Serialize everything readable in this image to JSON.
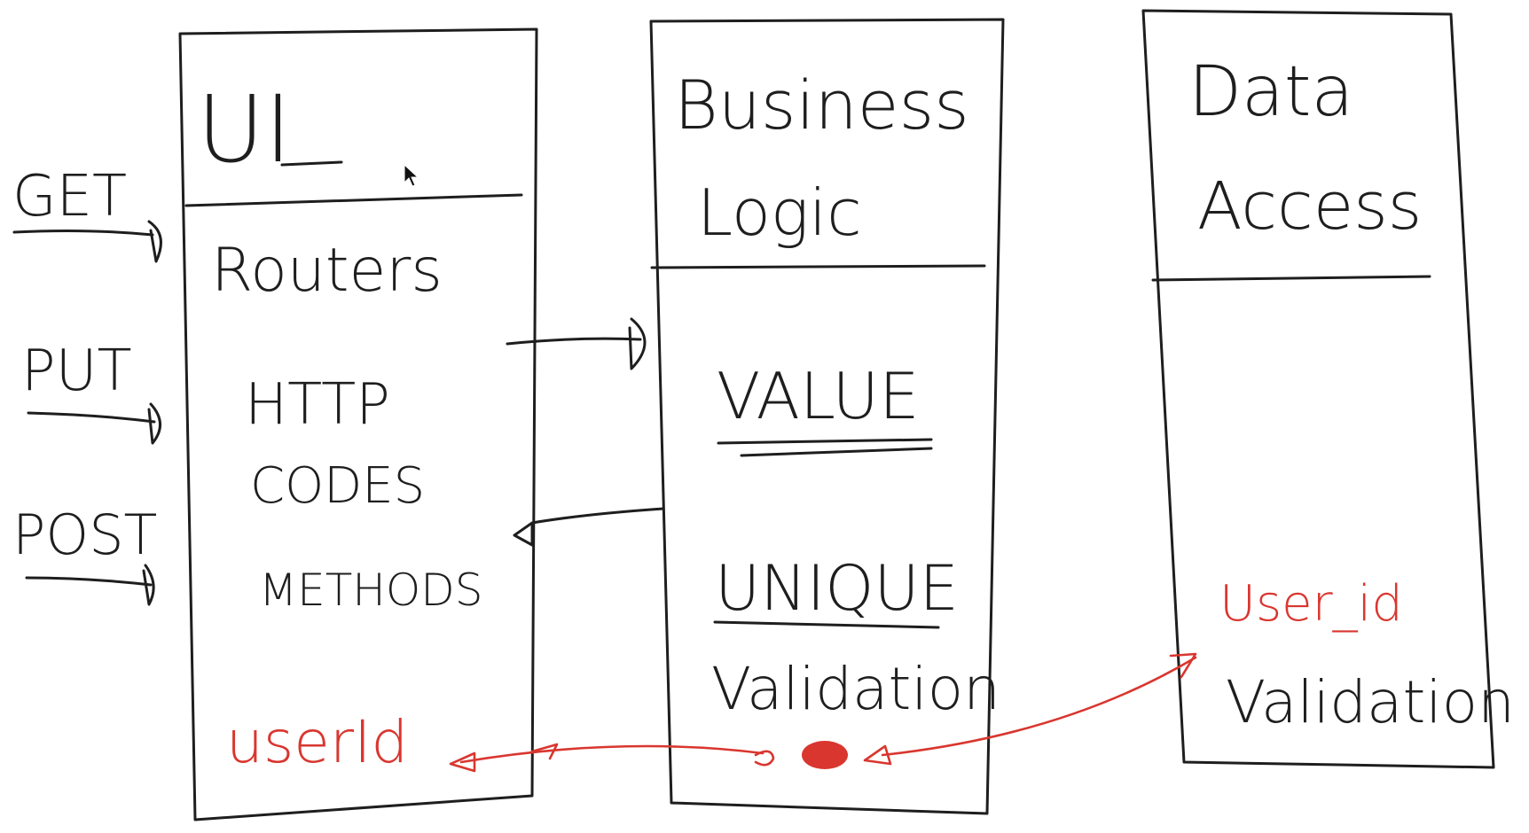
{
  "colors": {
    "ink": "#1e1e1e",
    "accent": "#d9362f",
    "background": "#ffffff"
  },
  "http_verbs": [
    "GET",
    "PUT",
    "POST"
  ],
  "columns": {
    "ui": {
      "title": "UI",
      "items": [
        "Routers",
        "HTTP",
        "CODES",
        "METHODS"
      ],
      "highlight": "userId"
    },
    "business": {
      "title_line1": "Business",
      "title_line2": "Logic",
      "items": [
        "VALUE",
        "UNIQUE",
        "Validation"
      ]
    },
    "data": {
      "title_line1": "Data",
      "title_line2": "Access",
      "highlight": "User_id",
      "items": [
        "Validation"
      ]
    }
  },
  "icons": {
    "cursor": "mouse-pointer-icon"
  }
}
